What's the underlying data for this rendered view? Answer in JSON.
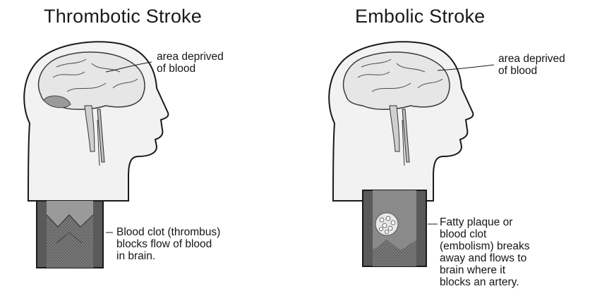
{
  "panels": [
    {
      "title": "Thrombotic Stroke",
      "brain_callout": "area deprived\nof blood",
      "vessel_callout": "Blood clot (thrombus)\nblocks flow of blood\nin brain."
    },
    {
      "title": "Embolic Stroke",
      "brain_callout": "area deprived\nof blood",
      "vessel_callout": "Fatty plaque or\nblood clot\n(embolism) breaks\naway and flows to\nbrain where it\nblocks an artery."
    }
  ],
  "colors": {
    "ink": "#1a1a1a",
    "head_fill": "#f2f2f2",
    "vessel_wall": "#5a5a5a",
    "vessel_lumen": "#9a9a9a"
  }
}
